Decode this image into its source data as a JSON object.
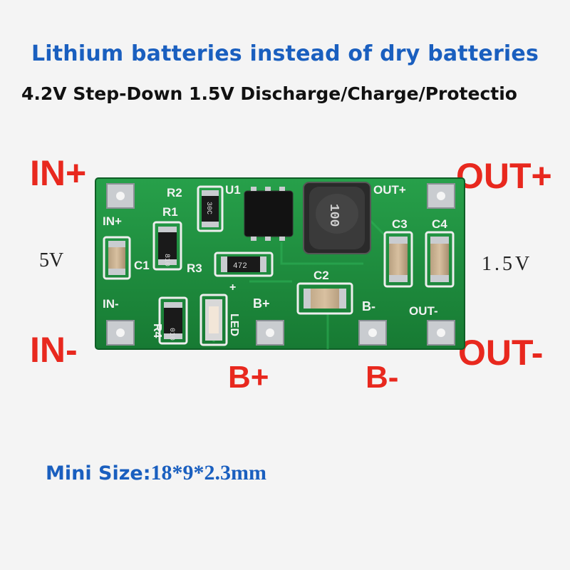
{
  "title": "Lithium batteries instead of dry batteries",
  "subtitle": "4.2V Step-Down 1.5V Discharge/Charge/Protectio",
  "labels": {
    "in_plus": "IN+",
    "in_minus": "IN-",
    "out_plus": "OUT+",
    "out_minus": "OUT-",
    "b_plus": "B+",
    "b_minus": "B-"
  },
  "voltages": {
    "input": "5V",
    "output": "1.5V"
  },
  "size": {
    "label": "Mini Size:",
    "value": "18*9*2.3mm"
  },
  "board_silkscreen": {
    "in_plus": "IN+",
    "in_minus": "IN-",
    "out_plus": "OUT+",
    "out_minus": "OUT-",
    "b_plus": "B+",
    "b_minus": "B-",
    "r1": "R1",
    "r2": "R2",
    "r3": "R3",
    "r4": "R4",
    "u1": "U1",
    "c1": "C1",
    "c2": "C2",
    "c3": "C3",
    "c4": "C4",
    "led": "LED",
    "plus_mark": "+",
    "r1_code": "810",
    "r2_code": "30C",
    "r3_code": "472",
    "r4_code": "010",
    "inductor_code": "100"
  },
  "colors": {
    "pcb_green": "#1e8a3c",
    "red_label": "#e8281e",
    "blue_text": "#1a5fbf"
  }
}
